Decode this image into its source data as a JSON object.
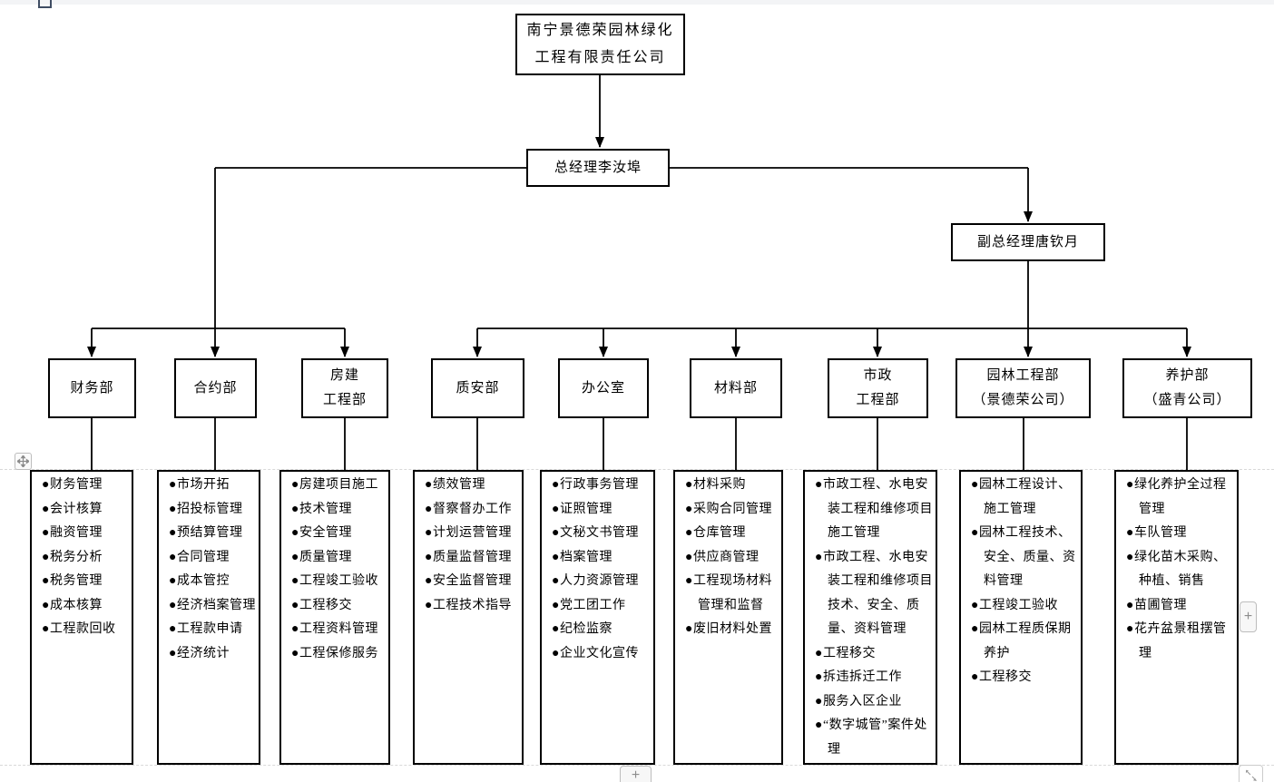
{
  "org": {
    "company": {
      "name_lines": [
        "南宁景德荣园林绿化",
        "工程有限责任公司"
      ]
    },
    "general_manager": {
      "label": "总经理李汝埠"
    },
    "deputy_manager": {
      "label": "副总经理唐钦月"
    },
    "departments": [
      {
        "id": "finance",
        "name_lines": [
          "财务部"
        ],
        "duties": [
          "财务管理",
          "会计核算",
          "融资管理",
          "税务分析",
          "税务管理",
          "成本核算",
          "工程款回收"
        ]
      },
      {
        "id": "contracts",
        "name_lines": [
          "合约部"
        ],
        "duties": [
          "市场开拓",
          "招投标管理",
          "预结算管理",
          "合同管理",
          "成本管控",
          "经济档案管理",
          "工程款申请",
          "经济统计"
        ]
      },
      {
        "id": "housing-construction",
        "name_lines": [
          "房建",
          "工程部"
        ],
        "duties": [
          "房建项目施工",
          "技术管理",
          "安全管理",
          "质量管理",
          "工程竣工验收",
          "工程移交",
          "工程资料管理",
          "工程保修服务"
        ]
      },
      {
        "id": "quality-safety",
        "name_lines": [
          "质安部"
        ],
        "duties": [
          "绩效管理",
          "督察督办工作",
          "计划运营管理",
          "质量监督管理",
          "安全监督管理",
          "工程技术指导"
        ]
      },
      {
        "id": "office",
        "name_lines": [
          "办公室"
        ],
        "duties": [
          "行政事务管理",
          "证照管理",
          "文秘文书管理",
          "档案管理",
          "人力资源管理",
          "党工团工作",
          "纪检监察",
          "企业文化宣传"
        ]
      },
      {
        "id": "materials",
        "name_lines": [
          "材料部"
        ],
        "duties": [
          "材料采购",
          "采购合同管理",
          "仓库管理",
          "供应商管理",
          "工程现场材料管理和监督",
          "废旧材料处置"
        ]
      },
      {
        "id": "municipal-engineering",
        "name_lines": [
          "市政",
          "工程部"
        ],
        "duties": [
          "市政工程、水电安装工程和维修项目施工管理",
          "市政工程、水电安装工程和维修项目技术、安全、质量、资料管理",
          "工程移交",
          "拆违拆迁工作",
          "服务入区企业",
          "“数字城管”案件处理"
        ]
      },
      {
        "id": "landscape-engineering",
        "name_lines": [
          "园林工程部",
          "（景德荣公司）"
        ],
        "duties": [
          "园林工程设计、施工管理",
          "园林工程技术、安全、质量、资料管理",
          "工程竣工验收",
          "园林工程质保期养护",
          "工程移交"
        ]
      },
      {
        "id": "maintenance",
        "name_lines": [
          "养护部",
          "（盛青公司）"
        ],
        "duties": [
          "绿化养护全过程管理",
          "车队管理",
          "绿化苗木采购、种植、销售",
          "苗圃管理",
          "花卉盆景租摆管理"
        ]
      }
    ]
  },
  "ui": {
    "add_button_right": "+",
    "add_button_bottom": "+"
  },
  "colors": {
    "line": "#000000",
    "box_border": "#000000",
    "page_dash": "#d9d9d9",
    "ui_glyph": "#8c8c8c"
  }
}
